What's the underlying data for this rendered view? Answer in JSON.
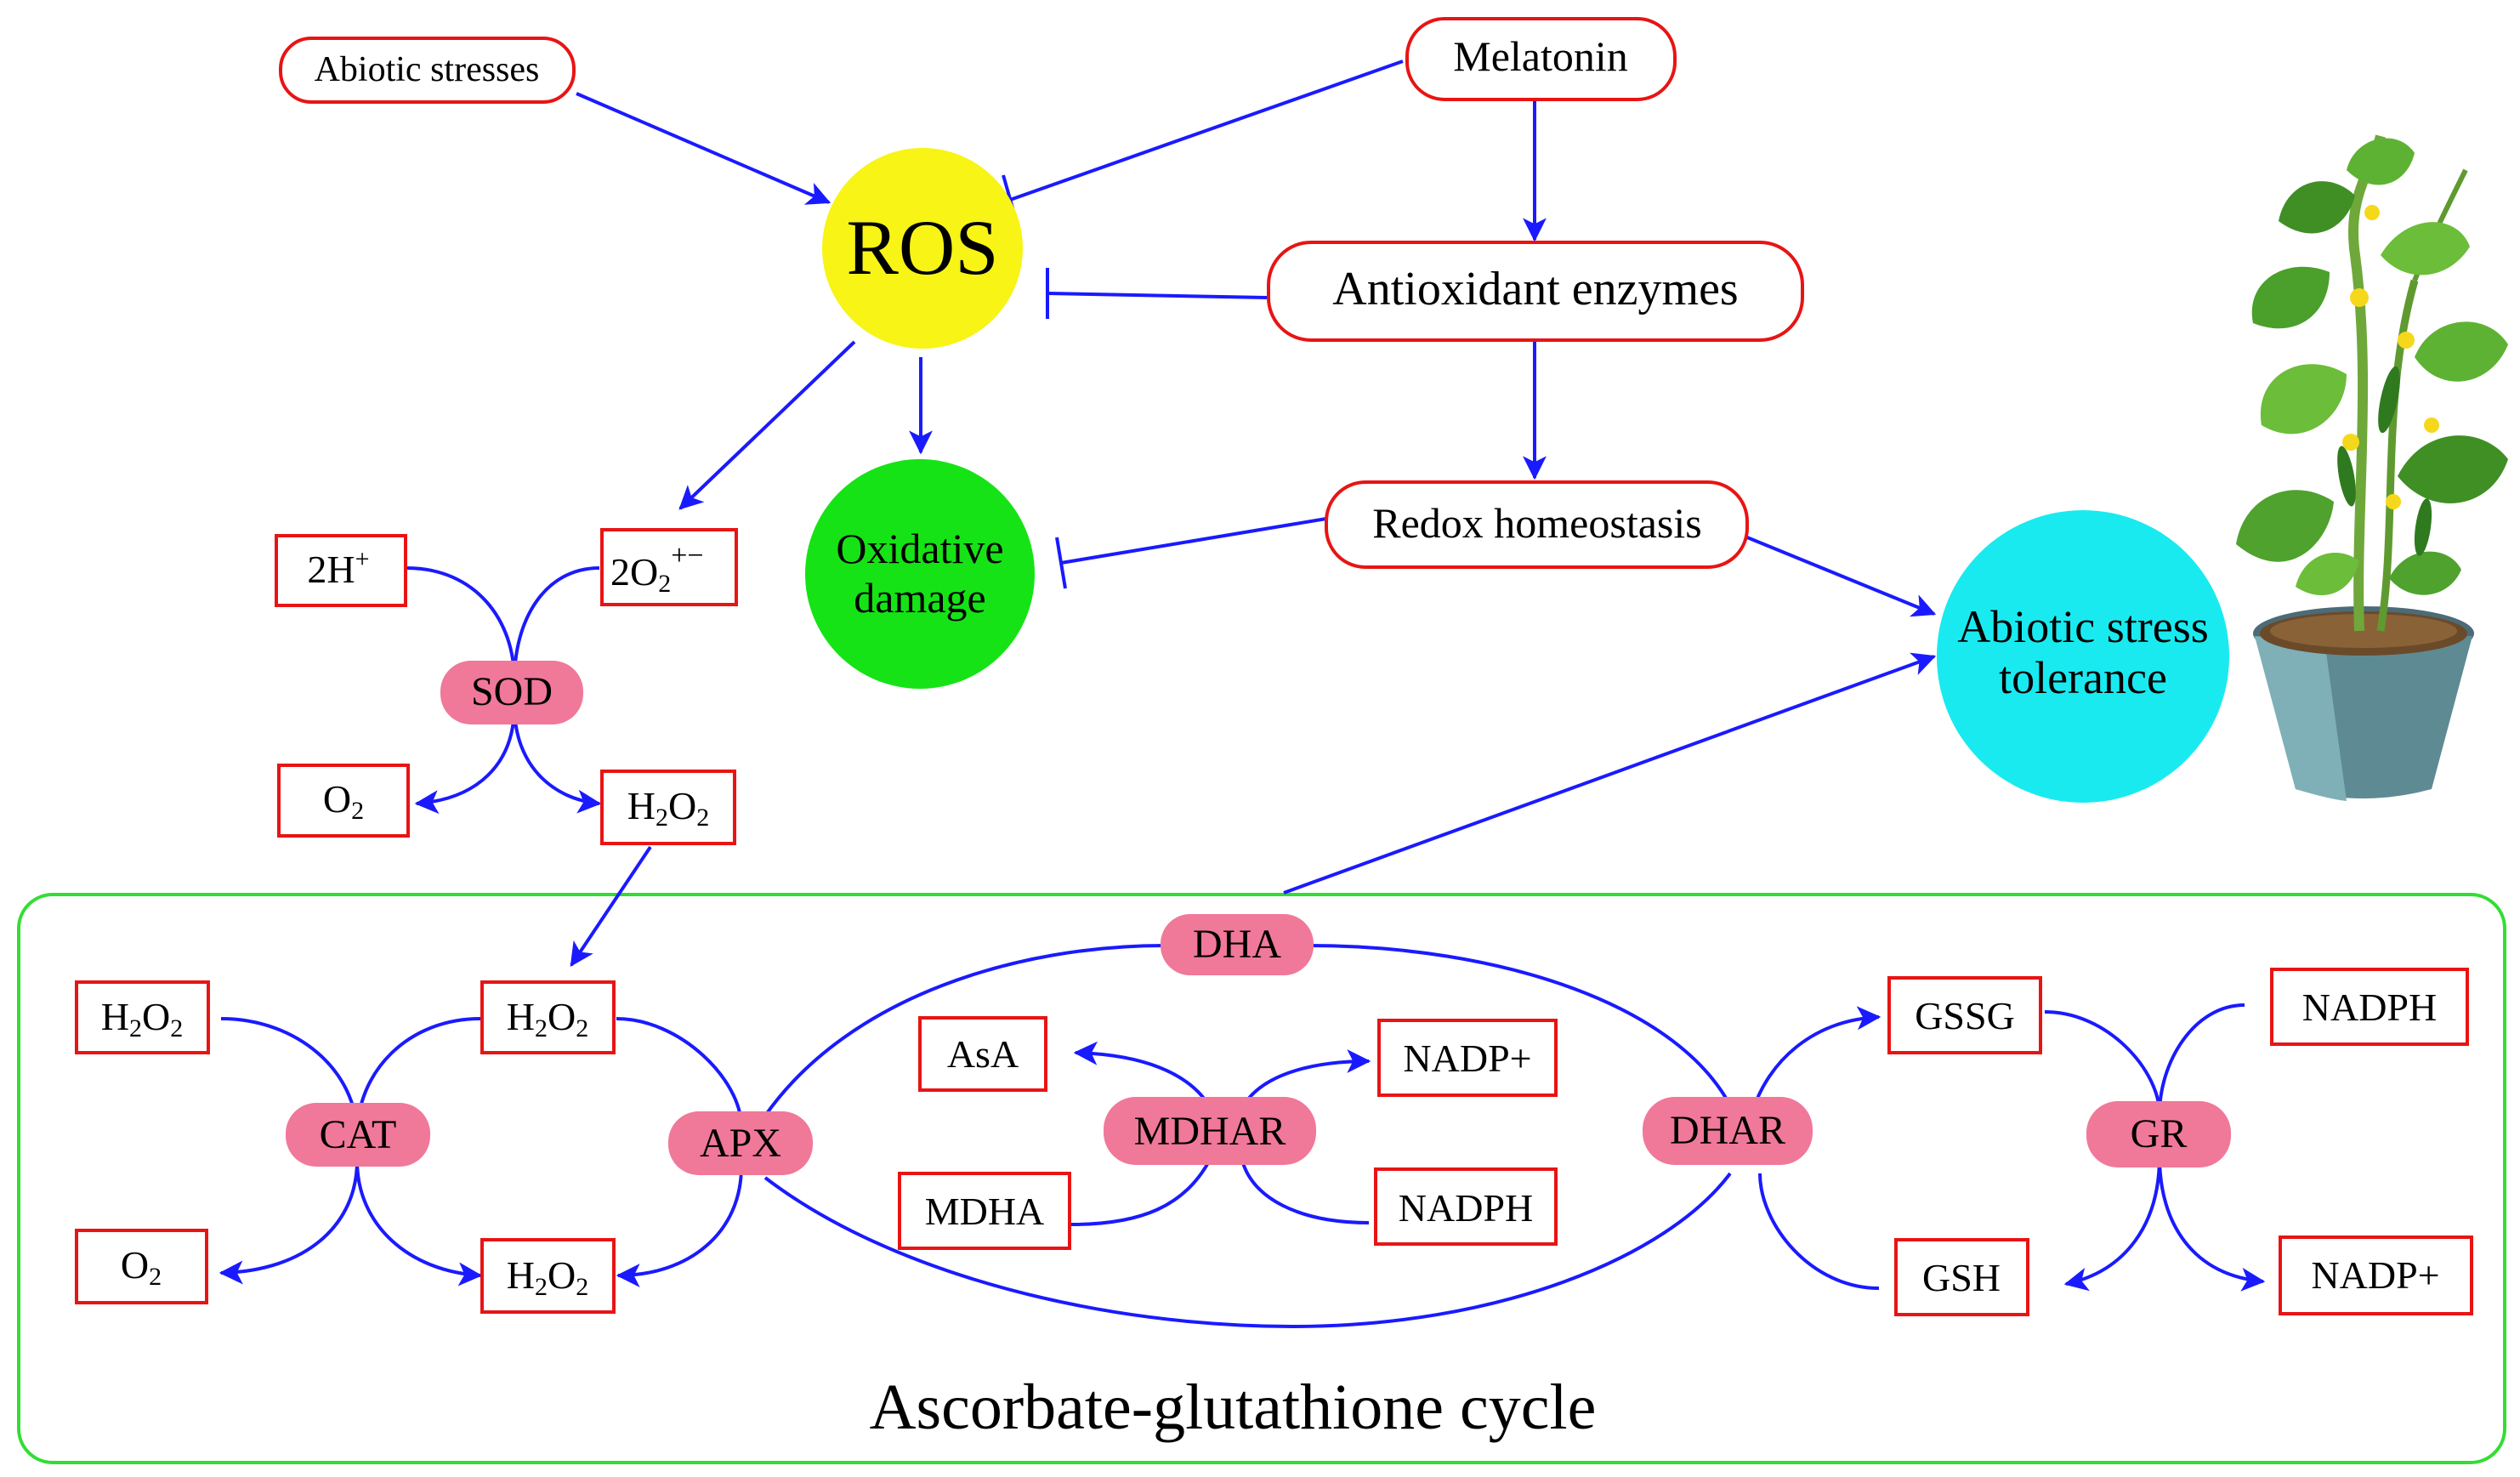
{
  "colors": {
    "arrow": "#1a1aff",
    "box_border": "#e81414",
    "enzyme_fill": "#f07899",
    "cycle_border": "#33dd33",
    "ros_fill": "#f7f416",
    "damage_fill": "#16e316",
    "tolerance_fill": "#19eaf0"
  },
  "nodes": {
    "abiotic_stresses": "Abiotic stresses",
    "melatonin": "Melatonin",
    "ros": "ROS",
    "antioxidant_enzymes": "Antioxidant enzymes",
    "redox_homeostasis": "Redox homeostasis",
    "oxidative_damage": [
      "Oxidative",
      "damage"
    ],
    "abiotic_stress_tolerance": [
      "Abiotic stress",
      "tolerance"
    ]
  },
  "sod_reaction": {
    "enzyme": "SOD",
    "substrate_2h": "2H",
    "substrate_2h_sup": "+",
    "substrate_2o2": "2O",
    "substrate_2o2_sub": "2",
    "substrate_2o2_sup": "+−",
    "product_o2": "O",
    "product_o2_sub": "2",
    "product_h2o2": "H",
    "product_h2o2_mid": "O",
    "product_h2o2_sub": "2"
  },
  "cycle": {
    "title": "Ascorbate-glutathione cycle",
    "enzymes": {
      "cat": "CAT",
      "apx": "APX",
      "dha": "DHA",
      "mdhar": "MDHAR",
      "dhar": "DHAR",
      "gr": "GR"
    },
    "metabolites": {
      "asa": "AsA",
      "mdha": "MDHA",
      "nadp_plus_a": "NADP+",
      "nadph_a": "NADPH",
      "gssg": "GSSG",
      "gsh": "GSH",
      "nadph_b": "NADPH",
      "nadp_plus_b": "NADP+"
    }
  },
  "plant_icon": "potted-cucumber-plant"
}
